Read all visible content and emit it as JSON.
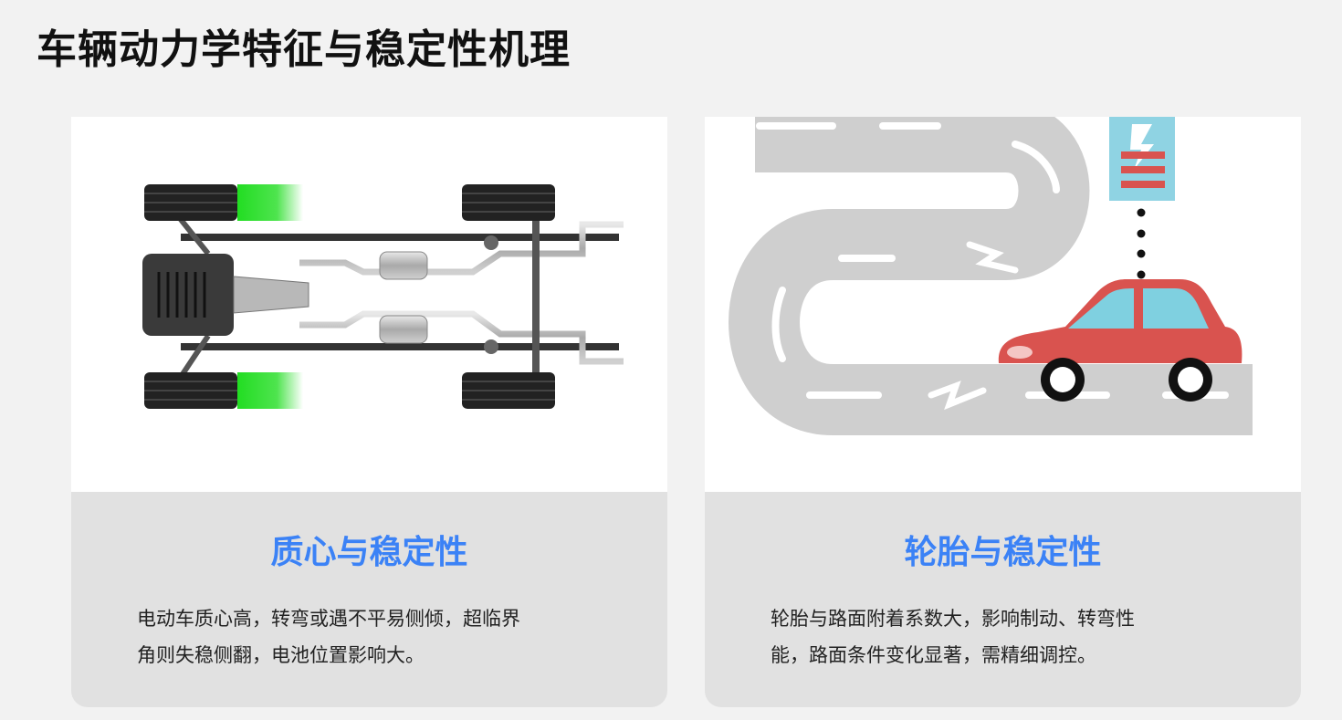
{
  "page": {
    "title": "车辆动力学特征与稳定性机理"
  },
  "cards": [
    {
      "heading": "质心与稳定性",
      "lines": [
        "电动车质心高，转弯或遇不平易侧倾，超临界",
        "角则失稳侧翻，电池位置影响大。"
      ],
      "image": "chassis-top-view"
    },
    {
      "heading": "轮胎与稳定性",
      "lines": [
        "轮胎与路面附着系数大，影响制动、转弯性",
        "能，路面条件变化显著，需精细调控。"
      ],
      "image": "road-and-car-illustration"
    }
  ],
  "colors": {
    "heading_blue": "#3b82f6",
    "card_bg": "#e1e1e1",
    "page_bg": "#f2f2f2",
    "car_red": "#d9534f",
    "window_blue": "#7fd0e0",
    "road_gray": "#cfcfcf",
    "tire_highlight": "#22dd22"
  }
}
